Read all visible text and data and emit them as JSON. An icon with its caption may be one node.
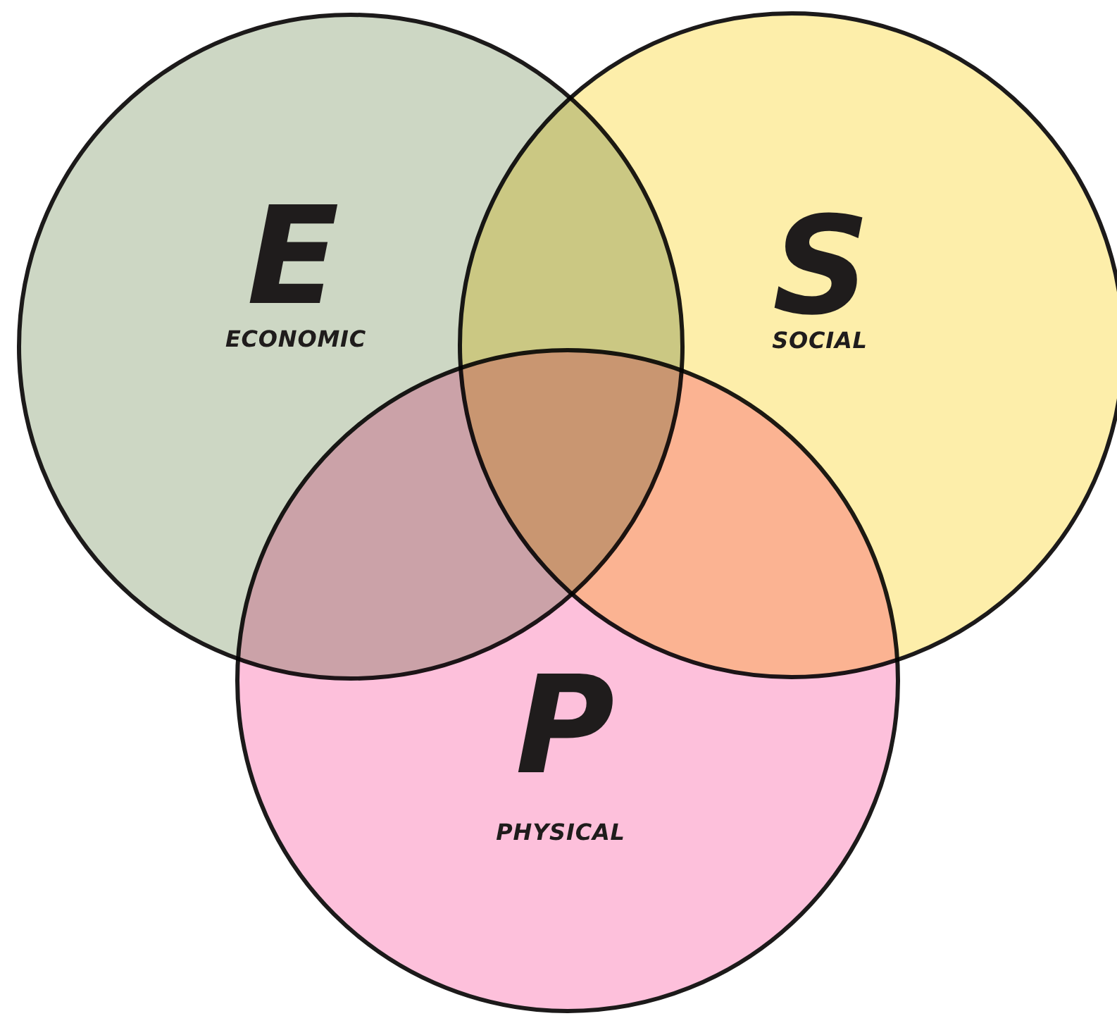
{
  "diagram": {
    "nodes": [
      {
        "text": [
          "E",
          "ECONOMIC"
        ]
      },
      {
        "text": [
          "S",
          "SOCIAL"
        ]
      },
      {
        "text": [
          "P",
          "PHYSICAL"
        ]
      }
    ]
  }
}
